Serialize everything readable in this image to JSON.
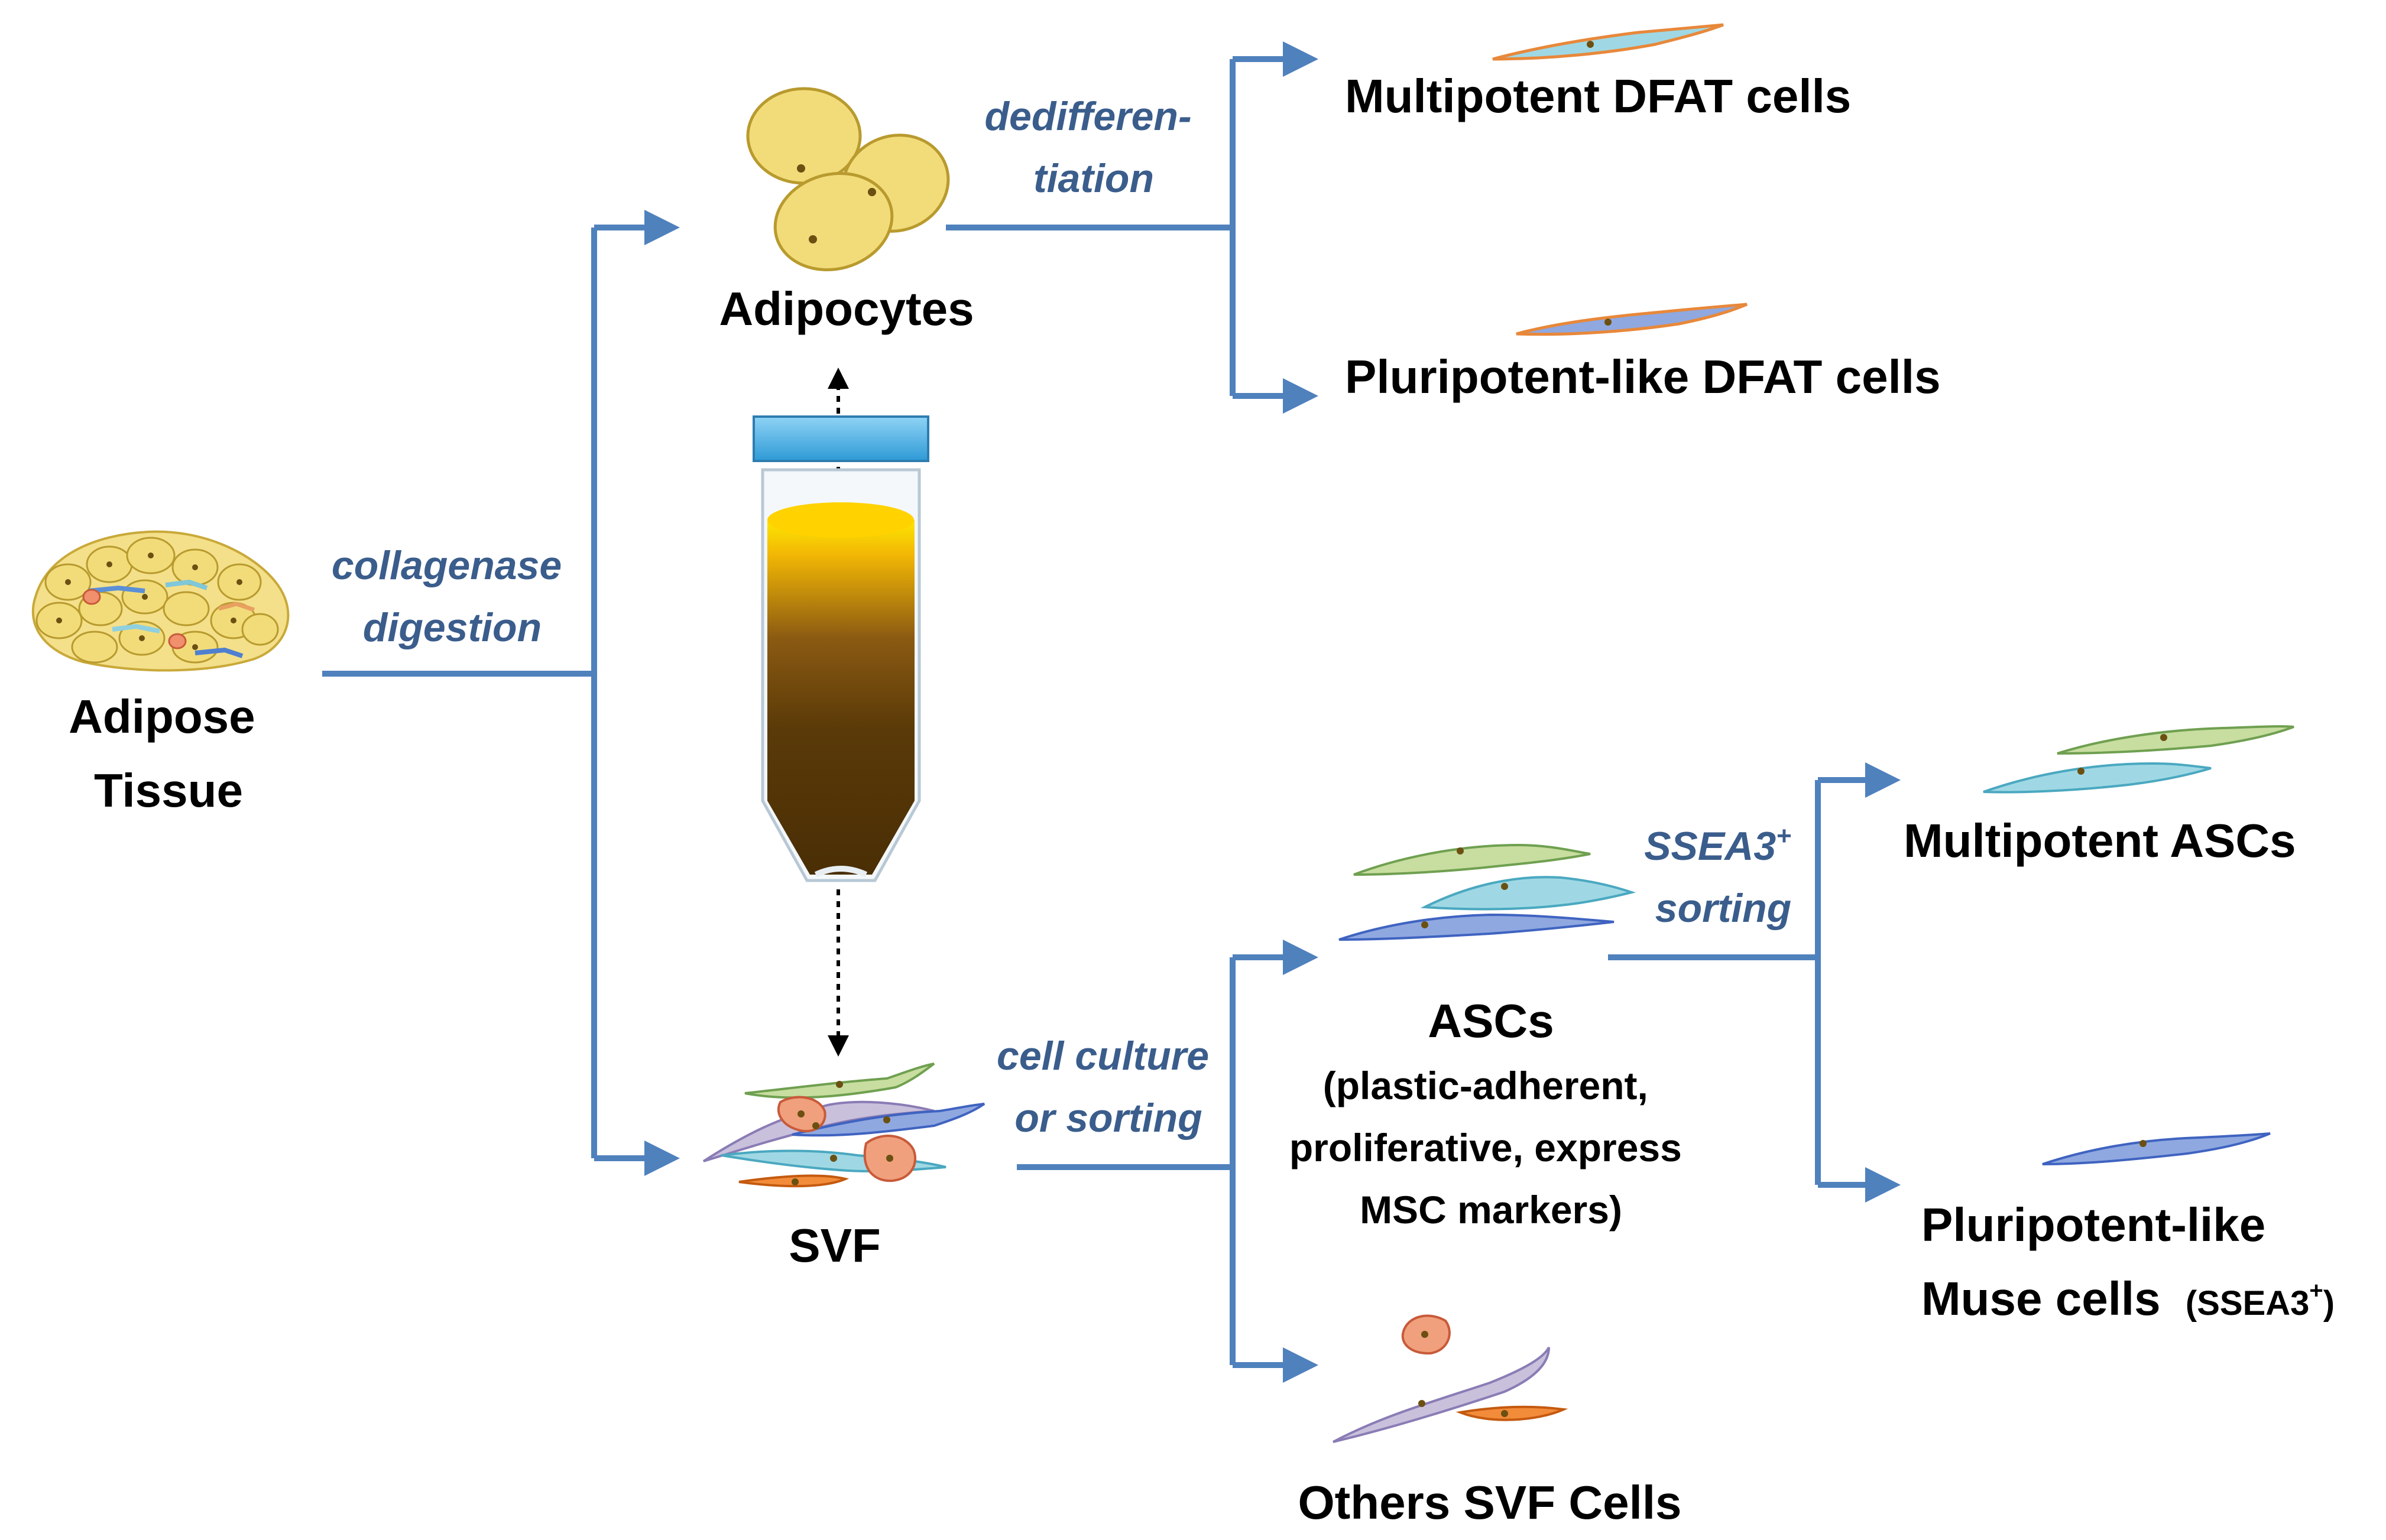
{
  "nodes": {
    "adipose_tissue": [
      "Adipose",
      "Tissue"
    ],
    "adipocytes": "Adipocytes",
    "svf": "SVF",
    "multipotent_dfat": "Multipotent DFAT cells",
    "pluripotent_dfat": "Pluripotent-like DFAT cells",
    "ascs_title": "ASCs",
    "ascs_desc": [
      "(plastic-adherent,",
      "proliferative, express",
      "MSC markers)"
    ],
    "others_svf": "Others SVF Cells",
    "multipotent_ascs": "Multipotent ASCs",
    "muse_line1": "Pluripotent-like",
    "muse_line2": "Muse cells",
    "muse_marker": "(SSEA3",
    "muse_marker_sup": "+",
    "muse_marker_close": ")"
  },
  "edges": {
    "collagenase": [
      "collagenase",
      "digestion"
    ],
    "dedifferentiation": [
      "dedifferen-",
      "tiation"
    ],
    "culture": [
      "cell culture",
      "or sorting"
    ],
    "sorting_line1": "SSEA3",
    "sorting_line1_sup": "+",
    "sorting_line2": "sorting"
  },
  "colors": {
    "arrow": "#4F81BD",
    "edge_label": "#3A5D8C",
    "adipocyte": "#F2DC7A",
    "tube_cap": "#4FB3E8",
    "fat_layer": "#F7D51C",
    "pellet": "#5A3A08"
  }
}
